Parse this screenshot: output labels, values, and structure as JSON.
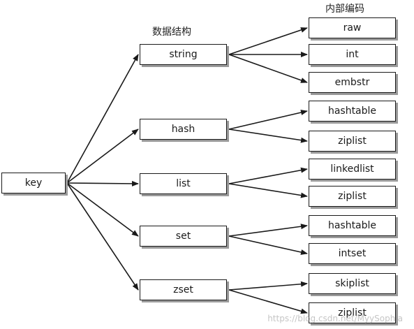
{
  "headings": {
    "data_structure": "数据结构",
    "internal_encoding": "内部编码"
  },
  "key": "key",
  "types": [
    {
      "label": "string",
      "encodings": [
        "raw",
        "int",
        "embstr"
      ]
    },
    {
      "label": "hash",
      "encodings": [
        "hashtable",
        "ziplist"
      ]
    },
    {
      "label": "list",
      "encodings": [
        "linkedlist",
        "ziplist"
      ]
    },
    {
      "label": "set",
      "encodings": [
        "hashtable",
        "intset"
      ]
    },
    {
      "label": "zset",
      "encodings": [
        "skiplist",
        "ziplist"
      ]
    }
  ],
  "watermark": "https://blog.csdn.net/MyySophia"
}
